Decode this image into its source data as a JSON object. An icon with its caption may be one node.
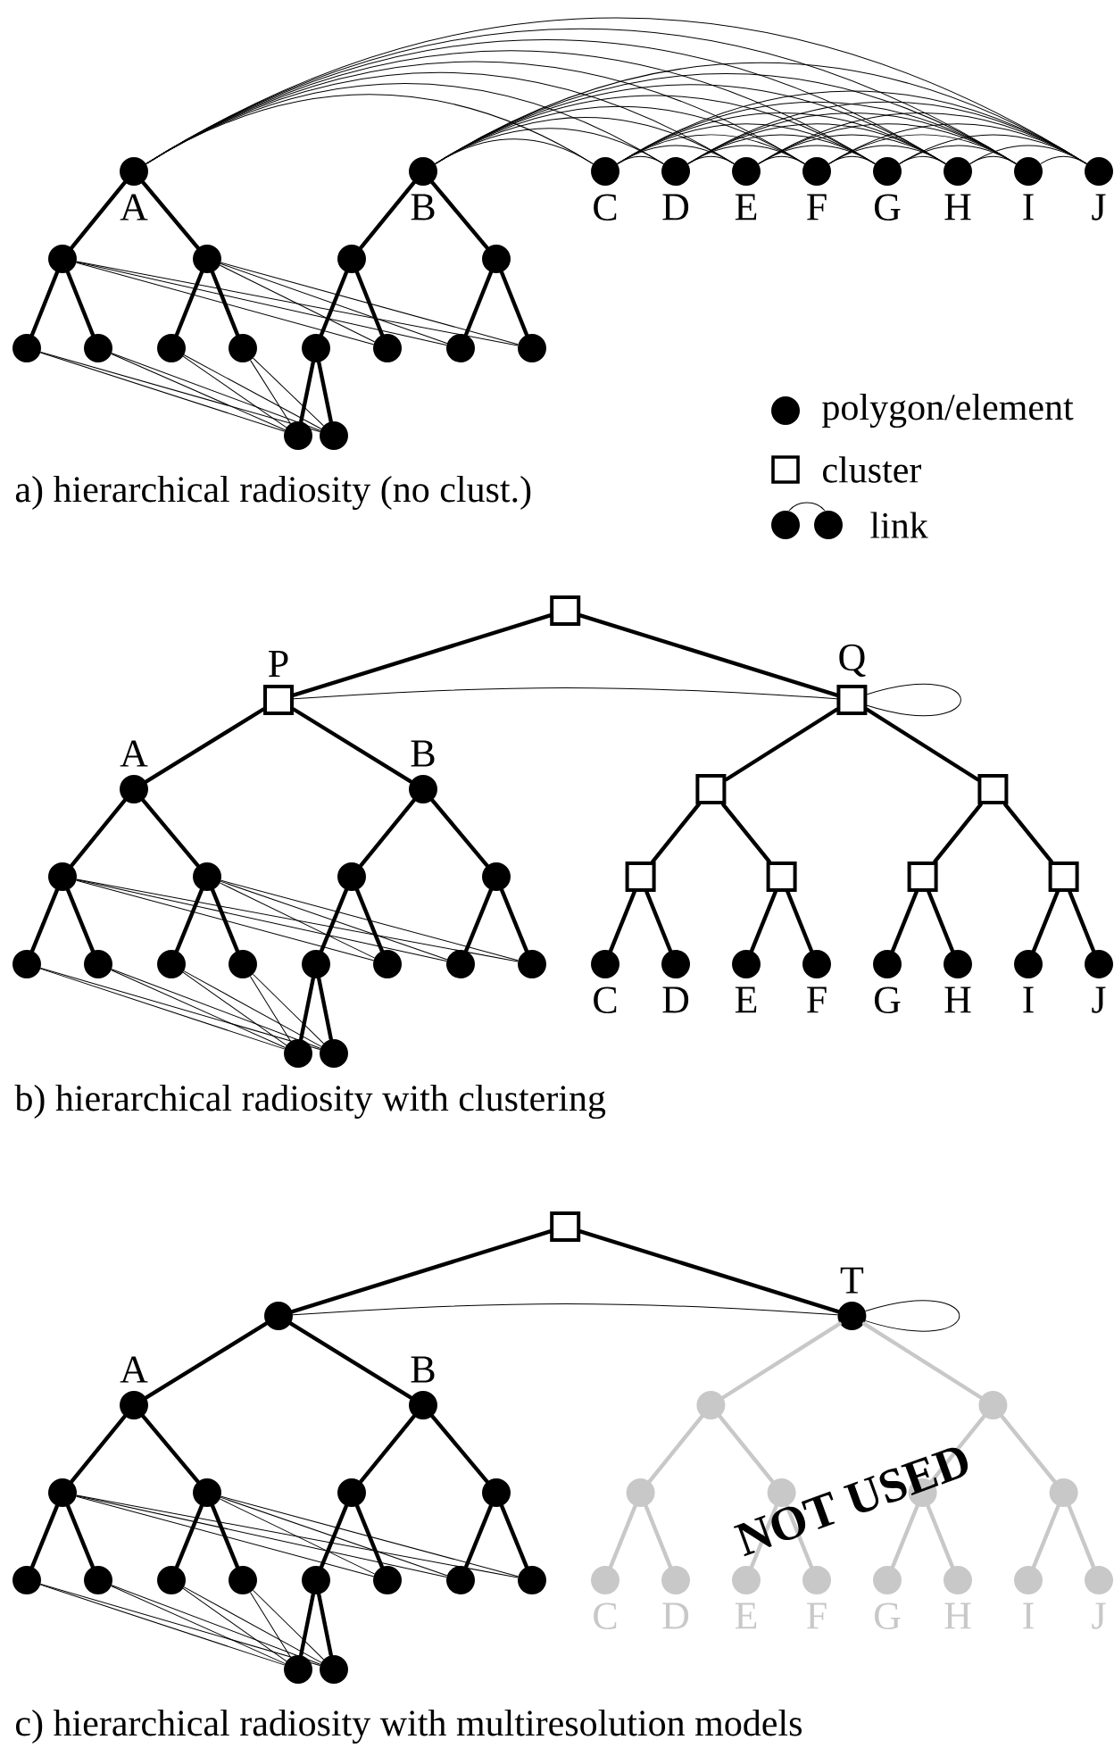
{
  "diagram": {
    "nodes": [
      {
        "text": [
          "A"
        ]
      },
      {
        "text": [
          "B"
        ]
      },
      {
        "text": [
          "C"
        ]
      },
      {
        "text": [
          "D"
        ]
      },
      {
        "text": [
          "E"
        ]
      },
      {
        "text": [
          "F"
        ]
      },
      {
        "text": [
          "G"
        ]
      },
      {
        "text": [
          "H"
        ]
      },
      {
        "text": [
          "I"
        ]
      },
      {
        "text": [
          "J"
        ]
      },
      {
        "text": [],
        "shape": "circle"
      },
      {
        "text": [],
        "shape": "circle"
      },
      {
        "text": [],
        "shape": "circle"
      },
      {
        "text": [],
        "shape": "circle"
      },
      {
        "text": [],
        "shape": "circle"
      },
      {
        "text": [],
        "shape": "circle"
      },
      {
        "text": [],
        "shape": "circle"
      },
      {
        "text": [],
        "shape": "circle"
      },
      {
        "text": [],
        "shape": "circle"
      },
      {
        "text": [],
        "shape": "circle"
      },
      {
        "text": [],
        "shape": "circle"
      },
      {
        "text": [],
        "shape": "circle"
      },
      {
        "text": [],
        "shape": "circle"
      },
      {
        "text": [],
        "shape": "circle"
      },
      {
        "text": [],
        "shape": "box"
      },
      {
        "text": [
          "P"
        ]
      },
      {
        "text": [
          "Q"
        ]
      },
      {
        "text": [
          "A"
        ]
      },
      {
        "text": [
          "B"
        ]
      },
      {
        "text": [],
        "shape": "box"
      },
      {
        "text": [],
        "shape": "box"
      },
      {
        "text": [],
        "shape": "circle"
      },
      {
        "text": [],
        "shape": "circle"
      },
      {
        "text": [],
        "shape": "circle"
      },
      {
        "text": [],
        "shape": "circle"
      },
      {
        "text": [],
        "shape": "box"
      },
      {
        "text": [],
        "shape": "box"
      },
      {
        "text": [],
        "shape": "box"
      },
      {
        "text": [],
        "shape": "box"
      },
      {
        "text": [],
        "shape": "circle"
      },
      {
        "text": [],
        "shape": "circle"
      },
      {
        "text": [],
        "shape": "circle"
      },
      {
        "text": [],
        "shape": "circle"
      },
      {
        "text": [],
        "shape": "circle"
      },
      {
        "text": [],
        "shape": "circle"
      },
      {
        "text": [],
        "shape": "circle"
      },
      {
        "text": [],
        "shape": "circle"
      },
      {
        "text": [
          "C"
        ]
      },
      {
        "text": [
          "D"
        ]
      },
      {
        "text": [
          "E"
        ]
      },
      {
        "text": [
          "F"
        ]
      },
      {
        "text": [
          "G"
        ]
      },
      {
        "text": [
          "H"
        ]
      },
      {
        "text": [
          "I"
        ]
      },
      {
        "text": [
          "J"
        ]
      },
      {
        "text": [],
        "shape": "circle"
      },
      {
        "text": [],
        "shape": "circle"
      },
      {
        "text": [],
        "shape": "box"
      },
      {
        "text": [],
        "shape": "circle"
      },
      {
        "text": [
          "T"
        ]
      },
      {
        "text": [
          "A"
        ]
      },
      {
        "text": [
          "B"
        ]
      },
      {
        "text": [],
        "shape": "circle"
      },
      {
        "text": [],
        "shape": "circle"
      },
      {
        "text": [],
        "shape": "circle"
      },
      {
        "text": [],
        "shape": "circle"
      },
      {
        "text": [],
        "shape": "circle"
      },
      {
        "text": [],
        "shape": "circle"
      },
      {
        "text": [],
        "shape": "circle"
      },
      {
        "text": [],
        "shape": "circle"
      },
      {
        "text": [],
        "shape": "circle"
      },
      {
        "text": [],
        "shape": "circle"
      },
      {
        "text": [],
        "shape": "circle"
      },
      {
        "text": [],
        "shape": "circle"
      },
      {
        "text": [],
        "shape": "circle"
      },
      {
        "text": [],
        "shape": "circle"
      },
      {
        "text": [],
        "shape": "circle"
      },
      {
        "text": [],
        "shape": "circle"
      },
      {
        "text": [],
        "shape": "circle"
      },
      {
        "text": [],
        "shape": "circle"
      },
      {
        "text": [
          "C"
        ]
      },
      {
        "text": [
          "D"
        ]
      },
      {
        "text": [
          "E"
        ]
      },
      {
        "text": [
          "F"
        ]
      },
      {
        "text": [
          "G"
        ]
      },
      {
        "text": [
          "H"
        ]
      },
      {
        "text": [
          "I"
        ]
      },
      {
        "text": [
          "J"
        ]
      },
      {
        "text": [],
        "shape": "circle"
      },
      {
        "text": [],
        "shape": "circle"
      }
    ],
    "edges": [
      {
        "from": 0,
        "to": 10,
        "arrow": "none",
        "style": "thick"
      },
      {
        "from": 0,
        "to": 11,
        "arrow": "none",
        "style": "thick"
      },
      {
        "from": 1,
        "to": 12,
        "arrow": "none",
        "style": "thick"
      },
      {
        "from": 1,
        "to": 13,
        "arrow": "none",
        "style": "thick"
      },
      {
        "from": 10,
        "to": 14,
        "arrow": "none",
        "style": "thick"
      },
      {
        "from": 10,
        "to": 15,
        "arrow": "none",
        "style": "thick"
      },
      {
        "from": 11,
        "to": 16,
        "arrow": "none",
        "style": "thick"
      },
      {
        "from": 11,
        "to": 17,
        "arrow": "none",
        "style": "thick"
      },
      {
        "from": 12,
        "to": 18,
        "arrow": "none",
        "style": "thick"
      },
      {
        "from": 12,
        "to": 19,
        "arrow": "none",
        "style": "thick"
      },
      {
        "from": 13,
        "to": 20,
        "arrow": "none",
        "style": "thick"
      },
      {
        "from": 13,
        "to": 21,
        "arrow": "none",
        "style": "thick"
      },
      {
        "from": 18,
        "to": 22,
        "arrow": "none",
        "style": "thick"
      },
      {
        "from": 18,
        "to": 23,
        "arrow": "none",
        "style": "thick"
      },
      {
        "from": 0,
        "to": 2,
        "arrow": "none"
      },
      {
        "from": 0,
        "to": 3,
        "arrow": "none"
      },
      {
        "from": 0,
        "to": 4,
        "arrow": "none"
      },
      {
        "from": 0,
        "to": 5,
        "arrow": "none"
      },
      {
        "from": 0,
        "to": 6,
        "arrow": "none"
      },
      {
        "from": 0,
        "to": 7,
        "arrow": "none"
      },
      {
        "from": 0,
        "to": 8,
        "arrow": "none"
      },
      {
        "from": 0,
        "to": 9,
        "arrow": "none"
      },
      {
        "from": 1,
        "to": 2,
        "arrow": "none"
      },
      {
        "from": 1,
        "to": 3,
        "arrow": "none"
      },
      {
        "from": 1,
        "to": 4,
        "arrow": "none"
      },
      {
        "from": 1,
        "to": 5,
        "arrow": "none"
      },
      {
        "from": 1,
        "to": 6,
        "arrow": "none"
      },
      {
        "from": 1,
        "to": 7,
        "arrow": "none"
      },
      {
        "from": 1,
        "to": 8,
        "arrow": "none"
      },
      {
        "from": 1,
        "to": 9,
        "arrow": "none"
      },
      {
        "from": 2,
        "to": 3,
        "arrow": "none"
      },
      {
        "from": 2,
        "to": 4,
        "arrow": "none"
      },
      {
        "from": 2,
        "to": 5,
        "arrow": "none"
      },
      {
        "from": 2,
        "to": 6,
        "arrow": "none"
      },
      {
        "from": 2,
        "to": 7,
        "arrow": "none"
      },
      {
        "from": 2,
        "to": 8,
        "arrow": "none"
      },
      {
        "from": 2,
        "to": 9,
        "arrow": "none"
      },
      {
        "from": 3,
        "to": 4,
        "arrow": "none"
      },
      {
        "from": 3,
        "to": 5,
        "arrow": "none"
      },
      {
        "from": 3,
        "to": 6,
        "arrow": "none"
      },
      {
        "from": 3,
        "to": 7,
        "arrow": "none"
      },
      {
        "from": 3,
        "to": 8,
        "arrow": "none"
      },
      {
        "from": 3,
        "to": 9,
        "arrow": "none"
      },
      {
        "from": 4,
        "to": 5,
        "arrow": "none"
      },
      {
        "from": 4,
        "to": 6,
        "arrow": "none"
      },
      {
        "from": 4,
        "to": 7,
        "arrow": "none"
      },
      {
        "from": 4,
        "to": 8,
        "arrow": "none"
      },
      {
        "from": 4,
        "to": 9,
        "arrow": "none"
      },
      {
        "from": 5,
        "to": 6,
        "arrow": "none"
      },
      {
        "from": 5,
        "to": 7,
        "arrow": "none"
      },
      {
        "from": 5,
        "to": 8,
        "arrow": "none"
      },
      {
        "from": 5,
        "to": 9,
        "arrow": "none"
      },
      {
        "from": 6,
        "to": 7,
        "arrow": "none"
      },
      {
        "from": 6,
        "to": 8,
        "arrow": "none"
      },
      {
        "from": 6,
        "to": 9,
        "arrow": "none"
      },
      {
        "from": 7,
        "to": 8,
        "arrow": "none"
      },
      {
        "from": 7,
        "to": 9,
        "arrow": "none"
      },
      {
        "from": 8,
        "to": 9,
        "arrow": "none"
      },
      {
        "from": 10,
        "to": 19,
        "arrow": "none"
      },
      {
        "from": 10,
        "to": 20,
        "arrow": "none"
      },
      {
        "from": 10,
        "to": 21,
        "arrow": "none"
      },
      {
        "from": 11,
        "to": 19,
        "arrow": "none"
      },
      {
        "from": 11,
        "to": 20,
        "arrow": "none"
      },
      {
        "from": 11,
        "to": 21,
        "arrow": "none"
      },
      {
        "from": 14,
        "to": 22,
        "arrow": "none"
      },
      {
        "from": 14,
        "to": 23,
        "arrow": "none"
      },
      {
        "from": 15,
        "to": 22,
        "arrow": "none"
      },
      {
        "from": 15,
        "to": 23,
        "arrow": "none"
      },
      {
        "from": 16,
        "to": 22,
        "arrow": "none"
      },
      {
        "from": 16,
        "to": 23,
        "arrow": "none"
      },
      {
        "from": 17,
        "to": 22,
        "arrow": "none"
      },
      {
        "from": 17,
        "to": 23,
        "arrow": "none"
      },
      {
        "from": 24,
        "to": 25,
        "arrow": "none",
        "style": "thick"
      },
      {
        "from": 24,
        "to": 26,
        "arrow": "none",
        "style": "thick"
      },
      {
        "from": 25,
        "to": 27,
        "arrow": "none",
        "style": "thick"
      },
      {
        "from": 25,
        "to": 28,
        "arrow": "none",
        "style": "thick"
      },
      {
        "from": 26,
        "to": 29,
        "arrow": "none",
        "style": "thick"
      },
      {
        "from": 26,
        "to": 30,
        "arrow": "none",
        "style": "thick"
      },
      {
        "from": 27,
        "to": 31,
        "arrow": "none",
        "style": "thick"
      },
      {
        "from": 27,
        "to": 32,
        "arrow": "none",
        "style": "thick"
      },
      {
        "from": 28,
        "to": 33,
        "arrow": "none",
        "style": "thick"
      },
      {
        "from": 28,
        "to": 34,
        "arrow": "none",
        "style": "thick"
      },
      {
        "from": 29,
        "to": 35,
        "arrow": "none",
        "style": "thick"
      },
      {
        "from": 29,
        "to": 36,
        "arrow": "none",
        "style": "thick"
      },
      {
        "from": 30,
        "to": 37,
        "arrow": "none",
        "style": "thick"
      },
      {
        "from": 30,
        "to": 38,
        "arrow": "none",
        "style": "thick"
      },
      {
        "from": 31,
        "to": 39,
        "arrow": "none",
        "style": "thick"
      },
      {
        "from": 31,
        "to": 40,
        "arrow": "none",
        "style": "thick"
      },
      {
        "from": 32,
        "to": 41,
        "arrow": "none",
        "style": "thick"
      },
      {
        "from": 32,
        "to": 42,
        "arrow": "none",
        "style": "thick"
      },
      {
        "from": 33,
        "to": 43,
        "arrow": "none",
        "style": "thick"
      },
      {
        "from": 33,
        "to": 44,
        "arrow": "none",
        "style": "thick"
      },
      {
        "from": 34,
        "to": 45,
        "arrow": "none",
        "style": "thick"
      },
      {
        "from": 34,
        "to": 46,
        "arrow": "none",
        "style": "thick"
      },
      {
        "from": 35,
        "to": 47,
        "arrow": "none",
        "style": "thick"
      },
      {
        "from": 35,
        "to": 48,
        "arrow": "none",
        "style": "thick"
      },
      {
        "from": 36,
        "to": 49,
        "arrow": "none",
        "style": "thick"
      },
      {
        "from": 36,
        "to": 50,
        "arrow": "none",
        "style": "thick"
      },
      {
        "from": 37,
        "to": 51,
        "arrow": "none",
        "style": "thick"
      },
      {
        "from": 37,
        "to": 52,
        "arrow": "none",
        "style": "thick"
      },
      {
        "from": 38,
        "to": 53,
        "arrow": "none",
        "style": "thick"
      },
      {
        "from": 38,
        "to": 54,
        "arrow": "none",
        "style": "thick"
      },
      {
        "from": 43,
        "to": 55,
        "arrow": "none",
        "style": "thick"
      },
      {
        "from": 43,
        "to": 56,
        "arrow": "none",
        "style": "thick"
      },
      {
        "from": 25,
        "to": 26,
        "arrow": "none"
      },
      {
        "from": 26,
        "to": 26,
        "arrow": "none"
      },
      {
        "from": 31,
        "to": 44,
        "arrow": "none"
      },
      {
        "from": 31,
        "to": 45,
        "arrow": "none"
      },
      {
        "from": 31,
        "to": 46,
        "arrow": "none"
      },
      {
        "from": 32,
        "to": 44,
        "arrow": "none"
      },
      {
        "from": 32,
        "to": 45,
        "arrow": "none"
      },
      {
        "from": 32,
        "to": 46,
        "arrow": "none"
      },
      {
        "from": 39,
        "to": 55,
        "arrow": "none"
      },
      {
        "from": 39,
        "to": 56,
        "arrow": "none"
      },
      {
        "from": 40,
        "to": 55,
        "arrow": "none"
      },
      {
        "from": 40,
        "to": 56,
        "arrow": "none"
      },
      {
        "from": 41,
        "to": 55,
        "arrow": "none"
      },
      {
        "from": 41,
        "to": 56,
        "arrow": "none"
      },
      {
        "from": 42,
        "to": 55,
        "arrow": "none"
      },
      {
        "from": 42,
        "to": 56,
        "arrow": "none"
      },
      {
        "from": 57,
        "to": 58,
        "arrow": "none",
        "style": "thick"
      },
      {
        "from": 57,
        "to": 59,
        "arrow": "none",
        "style": "thick"
      },
      {
        "from": 58,
        "to": 60,
        "arrow": "none",
        "style": "thick"
      },
      {
        "from": 58,
        "to": 61,
        "arrow": "none",
        "style": "thick"
      },
      {
        "from": 59,
        "to": 62,
        "arrow": "none",
        "style": "thick",
        "color": "#c8c8c8"
      },
      {
        "from": 59,
        "to": 63,
        "arrow": "none",
        "style": "thick",
        "color": "#c8c8c8"
      },
      {
        "from": 60,
        "to": 64,
        "arrow": "none",
        "style": "thick"
      },
      {
        "from": 60,
        "to": 65,
        "arrow": "none",
        "style": "thick"
      },
      {
        "from": 61,
        "to": 66,
        "arrow": "none",
        "style": "thick"
      },
      {
        "from": 61,
        "to": 67,
        "arrow": "none",
        "style": "thick"
      },
      {
        "from": 62,
        "to": 68,
        "arrow": "none",
        "style": "thick",
        "color": "#c8c8c8"
      },
      {
        "from": 62,
        "to": 69,
        "arrow": "none",
        "style": "thick",
        "color": "#c8c8c8"
      },
      {
        "from": 63,
        "to": 70,
        "arrow": "none",
        "style": "thick",
        "color": "#c8c8c8"
      },
      {
        "from": 63,
        "to": 71,
        "arrow": "none",
        "style": "thick",
        "color": "#c8c8c8"
      },
      {
        "from": 64,
        "to": 72,
        "arrow": "none",
        "style": "thick"
      },
      {
        "from": 64,
        "to": 73,
        "arrow": "none",
        "style": "thick"
      },
      {
        "from": 65,
        "to": 74,
        "arrow": "none",
        "style": "thick"
      },
      {
        "from": 65,
        "to": 75,
        "arrow": "none",
        "style": "thick"
      },
      {
        "from": 66,
        "to": 76,
        "arrow": "none",
        "style": "thick"
      },
      {
        "from": 66,
        "to": 77,
        "arrow": "none",
        "style": "thick"
      },
      {
        "from": 67,
        "to": 78,
        "arrow": "none",
        "style": "thick"
      },
      {
        "from": 67,
        "to": 79,
        "arrow": "none",
        "style": "thick"
      },
      {
        "from": 68,
        "to": 80,
        "arrow": "none",
        "style": "thick",
        "color": "#c8c8c8"
      },
      {
        "from": 68,
        "to": 81,
        "arrow": "none",
        "style": "thick",
        "color": "#c8c8c8"
      },
      {
        "from": 69,
        "to": 82,
        "arrow": "none",
        "style": "thick",
        "color": "#c8c8c8"
      },
      {
        "from": 69,
        "to": 83,
        "arrow": "none",
        "style": "thick",
        "color": "#c8c8c8"
      },
      {
        "from": 70,
        "to": 84,
        "arrow": "none",
        "style": "thick",
        "color": "#c8c8c8"
      },
      {
        "from": 70,
        "to": 85,
        "arrow": "none",
        "style": "thick",
        "color": "#c8c8c8"
      },
      {
        "from": 71,
        "to": 86,
        "arrow": "none",
        "style": "thick",
        "color": "#c8c8c8"
      },
      {
        "from": 71,
        "to": 87,
        "arrow": "none",
        "style": "thick",
        "color": "#c8c8c8"
      },
      {
        "from": 76,
        "to": 88,
        "arrow": "none",
        "style": "thick"
      },
      {
        "from": 76,
        "to": 89,
        "arrow": "none",
        "style": "thick"
      },
      {
        "from": 58,
        "to": 59,
        "arrow": "none"
      },
      {
        "from": 59,
        "to": 59,
        "arrow": "none"
      },
      {
        "from": 64,
        "to": 77,
        "arrow": "none"
      },
      {
        "from": 64,
        "to": 78,
        "arrow": "none"
      },
      {
        "from": 64,
        "to": 79,
        "arrow": "none"
      },
      {
        "from": 65,
        "to": 77,
        "arrow": "none"
      },
      {
        "from": 65,
        "to": 78,
        "arrow": "none"
      },
      {
        "from": 65,
        "to": 79,
        "arrow": "none"
      },
      {
        "from": 72,
        "to": 88,
        "arrow": "none"
      },
      {
        "from": 72,
        "to": 89,
        "arrow": "none"
      },
      {
        "from": 73,
        "to": 88,
        "arrow": "none"
      },
      {
        "from": 73,
        "to": 89,
        "arrow": "none"
      },
      {
        "from": 74,
        "to": 88,
        "arrow": "none"
      },
      {
        "from": 74,
        "to": 89,
        "arrow": "none"
      },
      {
        "from": 75,
        "to": 88,
        "arrow": "none"
      },
      {
        "from": 75,
        "to": 89,
        "arrow": "none"
      }
    ],
    "labels": [
      "a) hierarchical radiosity (no clust.)",
      "b) hierarchical radiosity with clustering",
      "NOT USED",
      "c) hierarchical radiosity with multiresolution models"
    ],
    "legend": [
      {
        "text": "polygon/element"
      },
      {
        "text": "cluster"
      },
      {
        "text": "link"
      }
    ]
  }
}
